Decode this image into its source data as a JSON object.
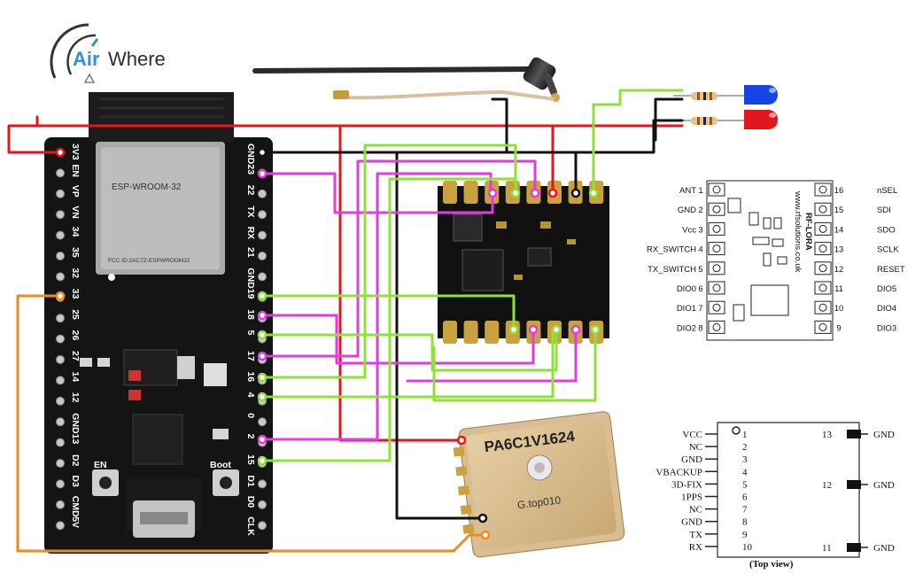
{
  "logo": {
    "brand_air": "Air",
    "brand_where": "Where"
  },
  "esp32": {
    "module_label": "ESP-WROOM-32",
    "fcc_id": "FCC ID:2AC7Z-ESPWROOM32",
    "left_pins": [
      "3V3",
      "EN",
      "VP",
      "VN",
      "34",
      "35",
      "32",
      "33",
      "25",
      "26",
      "27",
      "14",
      "12",
      "GND",
      "13",
      "D2",
      "D3",
      "CMD",
      "5V"
    ],
    "right_pins": [
      "GND",
      "23",
      "22",
      "TX",
      "RX",
      "21",
      "GND",
      "19",
      "18",
      "5",
      "17",
      "16",
      "4",
      "0",
      "2",
      "15",
      "D1",
      "D0",
      "CLK"
    ],
    "en_label": "EN",
    "boot_label": "Boot"
  },
  "gps_module": {
    "part_number": "PA6C1V1624",
    "model": "G.top010"
  },
  "rf_lora": {
    "module_label": "RF-LORA",
    "website": "www.rfsolutions.co.uk",
    "left_pins": [
      {
        "name": "ANT",
        "num": "1"
      },
      {
        "name": "GND",
        "num": "2"
      },
      {
        "name": "Vcc",
        "num": "3"
      },
      {
        "name": "RX_SWITCH",
        "num": "4"
      },
      {
        "name": "TX_SWITCH",
        "num": "5"
      },
      {
        "name": "DIO0",
        "num": "6"
      },
      {
        "name": "DIO1",
        "num": "7"
      },
      {
        "name": "DIO2",
        "num": "8"
      }
    ],
    "right_pins": [
      {
        "name": "nSEL",
        "num": "16"
      },
      {
        "name": "SDI",
        "num": "15"
      },
      {
        "name": "SDO",
        "num": "14"
      },
      {
        "name": "SCLK",
        "num": "13"
      },
      {
        "name": "RESET",
        "num": "12"
      },
      {
        "name": "DIO5",
        "num": "11"
      },
      {
        "name": "DIO4",
        "num": "10"
      },
      {
        "name": "DIO3",
        "num": "9"
      }
    ]
  },
  "gps_pinout": {
    "left_pins": [
      {
        "name": "VCC",
        "num": "1"
      },
      {
        "name": "NC",
        "num": "2"
      },
      {
        "name": "GND",
        "num": "3"
      },
      {
        "name": "VBACKUP",
        "num": "4"
      },
      {
        "name": "3D-FIX",
        "num": "5"
      },
      {
        "name": "1PPS",
        "num": "6"
      },
      {
        "name": "NC",
        "num": "7"
      },
      {
        "name": "GND",
        "num": "8"
      },
      {
        "name": "TX",
        "num": "9"
      },
      {
        "name": "RX",
        "num": "10"
      }
    ],
    "right_pins": [
      {
        "name": "GND",
        "num": "13"
      },
      {
        "name": "GND",
        "num": "12"
      },
      {
        "name": "GND",
        "num": "11"
      }
    ],
    "view_label": "(Top view)"
  },
  "colors": {
    "power": "#e8141b",
    "ground": "#111111",
    "spi": "#e43be0",
    "dio": "#8ee234",
    "uart": "#f08a1c",
    "led_blue": "#1744e6",
    "led_red": "#e3161d",
    "board": "#121212"
  }
}
